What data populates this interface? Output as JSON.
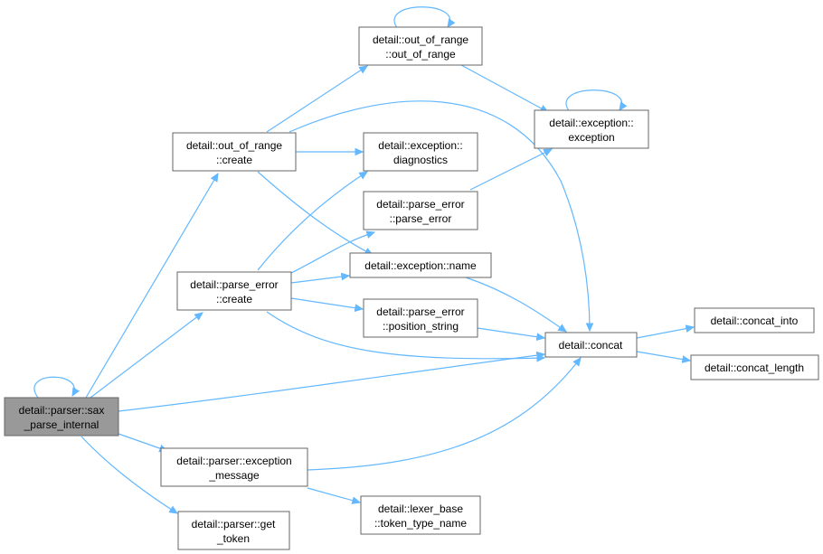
{
  "diagram": {
    "nodes": {
      "sax_parse_internal": [
        "detail::parser::sax",
        "_parse_internal"
      ],
      "oor_create": [
        "detail::out_of_range",
        "::create"
      ],
      "oor_ctor": [
        "detail::out_of_range",
        "::out_of_range"
      ],
      "exc_ctor": [
        "detail::exception::",
        "exception"
      ],
      "exc_diag": [
        "detail::exception::",
        "diagnostics"
      ],
      "pe_ctor": [
        "detail::parse_error",
        "::parse_error"
      ],
      "exc_name": [
        "detail::exception::name"
      ],
      "pe_create": [
        "detail::parse_error",
        "::create"
      ],
      "pe_pos": [
        "detail::parse_error",
        "::position_string"
      ],
      "concat": [
        "detail::concat"
      ],
      "concat_into": [
        "detail::concat_into"
      ],
      "concat_length": [
        "detail::concat_length"
      ],
      "exc_msg": [
        "detail::parser::exception",
        "_message"
      ],
      "lexer_ttn": [
        "detail::lexer_base",
        "::token_type_name"
      ],
      "get_token": [
        "detail::parser::get",
        "_token"
      ]
    }
  }
}
